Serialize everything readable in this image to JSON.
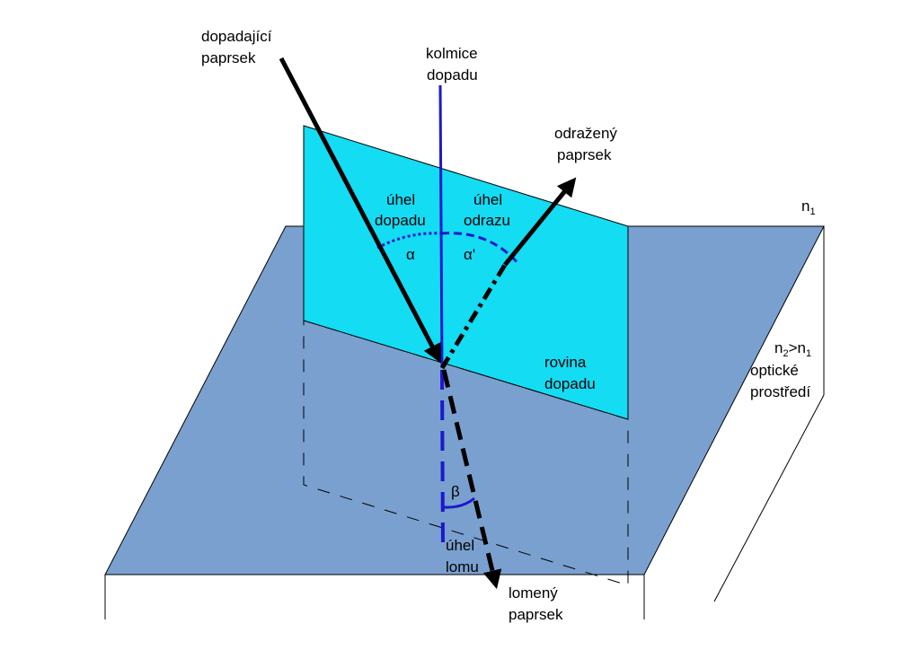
{
  "labels": {
    "incident_ray": [
      "dopadající",
      "paprsek"
    ],
    "normal": [
      "kolmice",
      "dopadu"
    ],
    "reflected_ray": [
      "odražený",
      "paprsek"
    ],
    "angle_of_incidence": [
      "úhel",
      "dopadu"
    ],
    "angle_of_reflection": [
      "úhel",
      "odrazu"
    ],
    "alpha": "α",
    "alpha_prime": "α'",
    "beta": "β",
    "plane_of_incidence": [
      "rovina",
      "dopadu"
    ],
    "angle_of_refraction": [
      "úhel",
      "lomu"
    ],
    "refracted_ray": [
      "lomený",
      "paprsek"
    ],
    "medium_1": {
      "n": "n",
      "sub": "1"
    },
    "medium_2": {
      "n": "n",
      "sub": "2",
      "gt": ">",
      "n1": "n",
      "sub1": "1"
    },
    "optical_medium": [
      "optické",
      "prostředí"
    ]
  },
  "colors": {
    "interface_plane": "#7aa0cf",
    "plane_of_incidence": "#13dcf3",
    "normal_line": "#1a1acc",
    "ray": "#000000"
  }
}
